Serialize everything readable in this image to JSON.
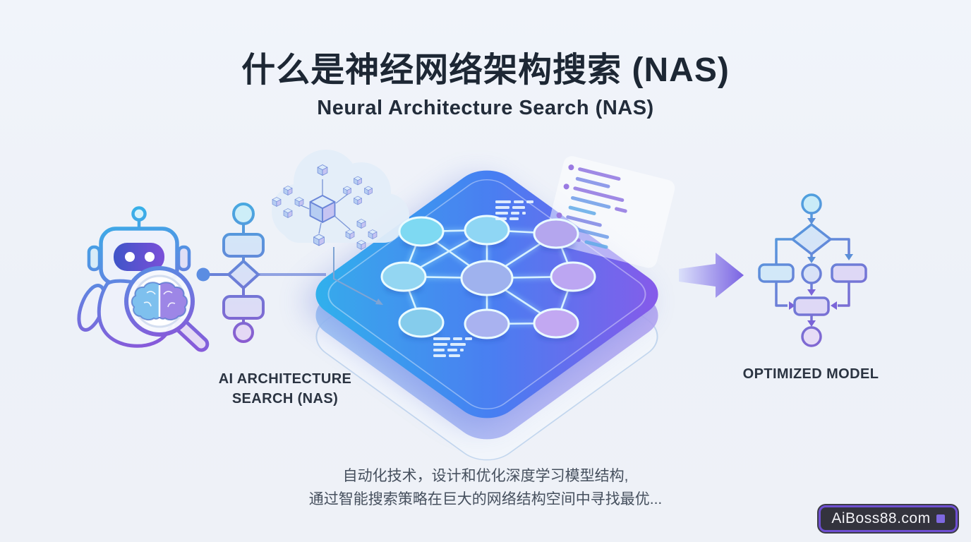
{
  "page": {
    "background_color": "#eef1f7"
  },
  "header": {
    "title_zh": "什么是神经网络架构搜索 (NAS)",
    "subtitle_en": "Neural Architecture Search (NAS)"
  },
  "diagram": {
    "left_label": {
      "line1": "AI ARCHITECTURE",
      "line2": "SEARCH (NAS)"
    },
    "right_label": "OPTIMIZED MODEL",
    "icons": {
      "robot": "robot-with-magnifier-and-brain",
      "left_flowchart": "architecture-search-flowchart",
      "cloud": "cloud-with-cube-clusters",
      "layers": "layered-search-space-diamond-stack",
      "network": "neural-network-graph-9-nodes",
      "code_panel": "code-lines-panel",
      "arrow": "transform-arrow-right",
      "right_flowchart": "optimized-model-flowchart"
    },
    "colors": {
      "accent_cyan": "#35b2ea",
      "accent_blue": "#477ef2",
      "accent_purple": "#8b57e9",
      "stroke_gradient_start": "#38b0e8",
      "stroke_gradient_end": "#9050d8"
    }
  },
  "description": {
    "line1": "自动化技术，设计和优化深度学习模型结构,",
    "line2": "通过智能搜索策略在巨大的网络结构空间中寻找最优..."
  },
  "watermark": {
    "text": "AiBoss88.com",
    "background": "#33333d",
    "border_color": "#6e4fd2",
    "square_color": "#7e68e0"
  }
}
